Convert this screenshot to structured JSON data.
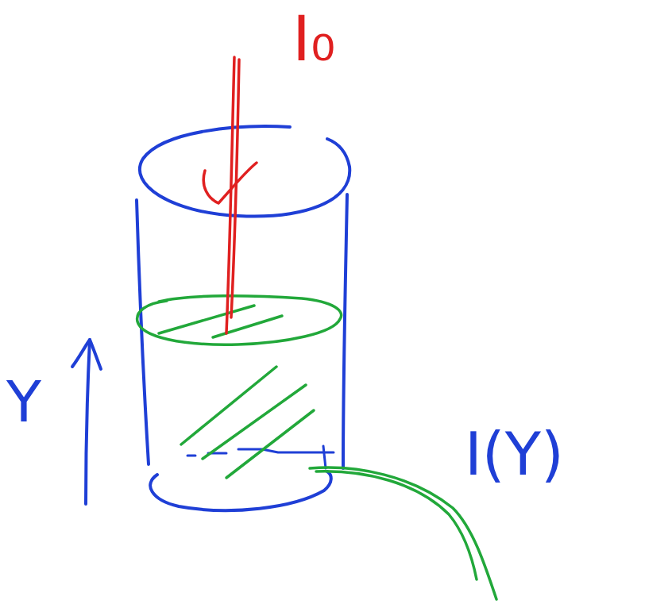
{
  "diagram": {
    "labels": [
      "I₀",
      "Y",
      "I(Y)"
    ]
  }
}
